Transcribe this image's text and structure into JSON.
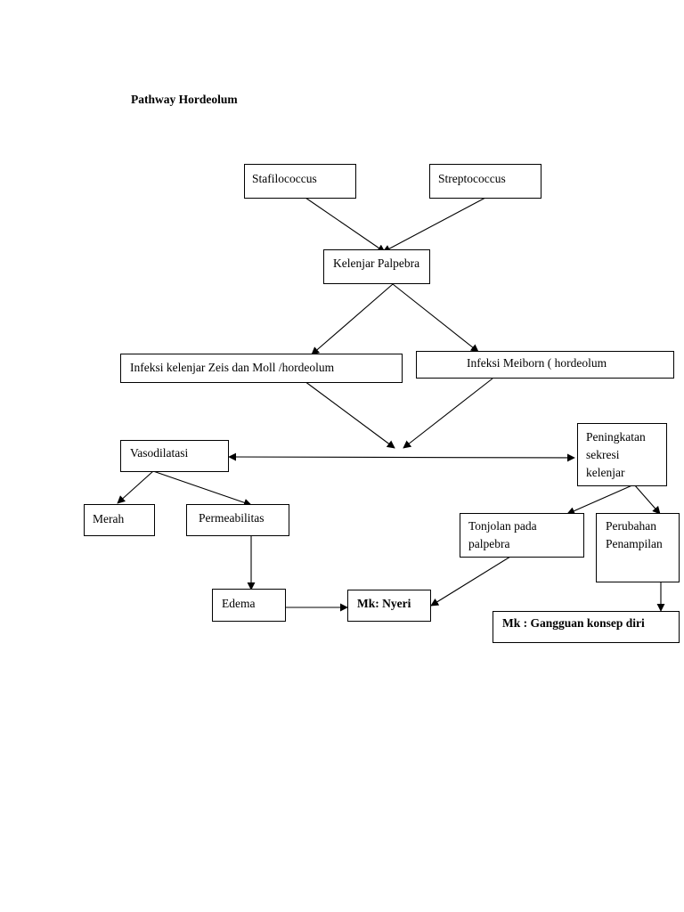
{
  "title": "Pathway Hordeolum",
  "nodes": {
    "stafilococcus": "Stafilococcus",
    "streptococcus": "Streptococcus",
    "kelenjar_palpebra": "Kelenjar Palpebra",
    "infeksi_zeis_moll": "Infeksi kelenjar Zeis dan Moll /hordeolum",
    "infeksi_meiborn": "Infeksi Meiborn ( hordeolum",
    "vasodilatasi": "Vasodilatasi",
    "peningkatan_sekresi": "Peningkatan\nsekresi\nkelenjar",
    "merah": "Merah",
    "permeabilitas": "Permeabilitas",
    "tonjolan": "Tonjolan pada\npalpebra",
    "perubahan": "Perubahan\nPenampilan",
    "edema": "Edema",
    "mk_nyeri": "Mk: Nyeri",
    "mk_gangguan": "Mk : Gangguan konsep diri"
  }
}
